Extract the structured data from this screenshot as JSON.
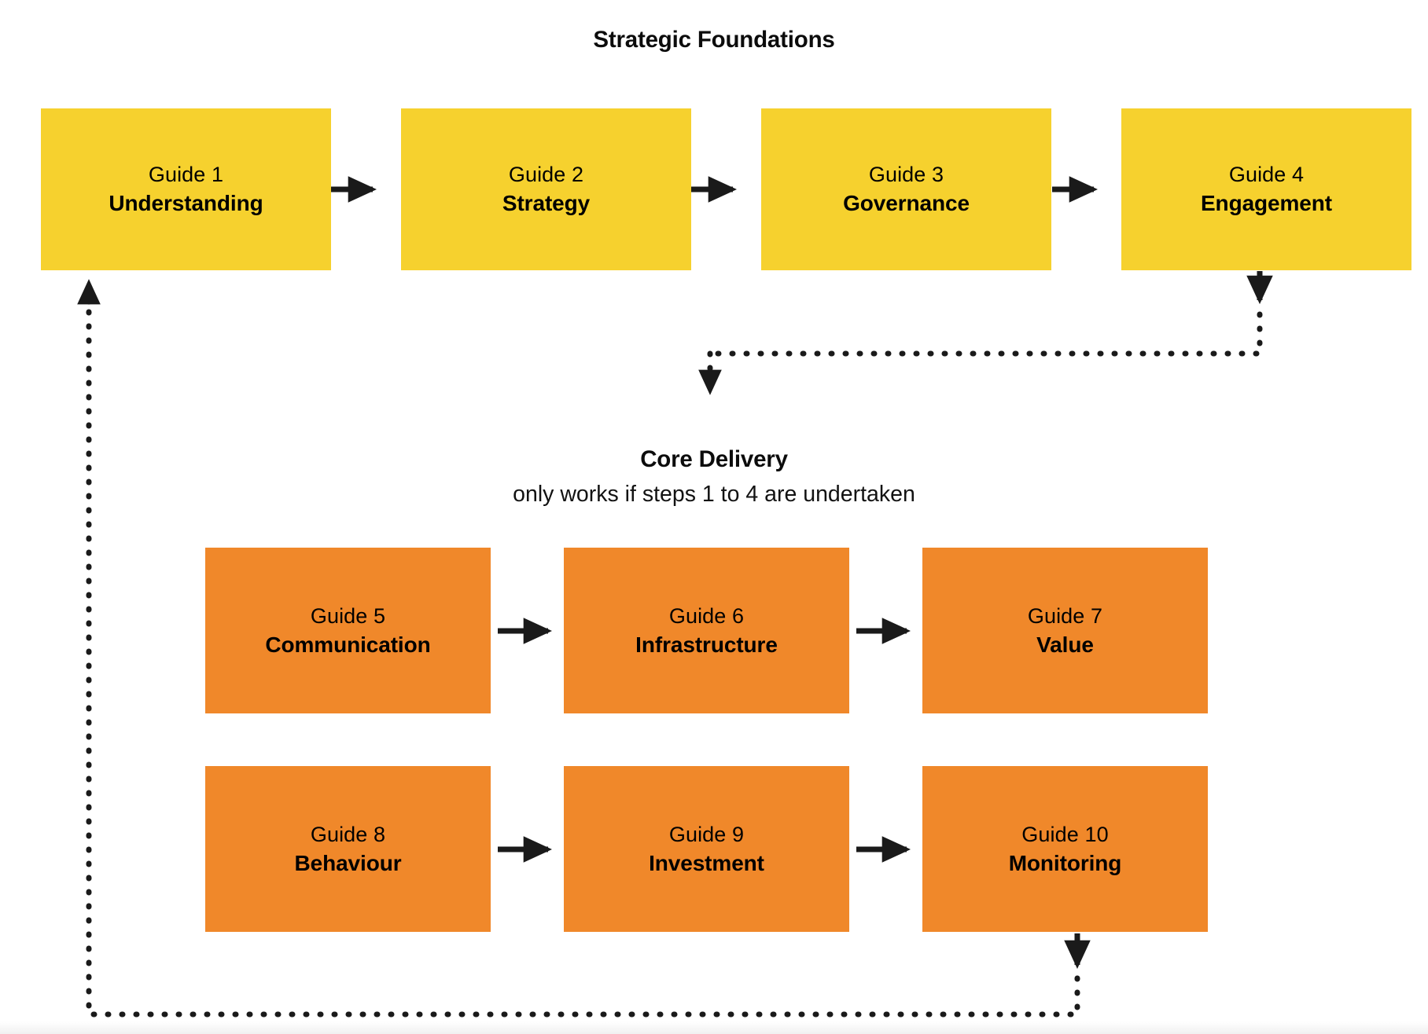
{
  "diagram": {
    "title_primary": "Strategic Foundations",
    "title_secondary": "Core Delivery",
    "subtitle_secondary": "only works if steps 1 to 4 are undertaken",
    "colors": {
      "stage_one_fill": "#F6D12E",
      "stage_two_fill": "#F0882A",
      "connector": "#1A1A1A",
      "text": "#000000",
      "background": "#FFFFFF"
    },
    "sections": [
      {
        "id": "strategic-foundations",
        "label": "Strategic Foundations",
        "nodes": [
          {
            "number": "Guide 1",
            "name": "Understanding"
          },
          {
            "number": "Guide 2",
            "name": "Strategy"
          },
          {
            "number": "Guide 3",
            "name": "Governance"
          },
          {
            "number": "Guide 4",
            "name": "Engagement"
          }
        ]
      },
      {
        "id": "core-delivery",
        "label": "Core Delivery",
        "sublabel": "only works if steps 1 to 4 are undertaken",
        "rows": [
          {
            "nodes": [
              {
                "number": "Guide 5",
                "name": "Communication"
              },
              {
                "number": "Guide 6",
                "name": "Infrastructure"
              },
              {
                "number": "Guide 7",
                "name": "Value"
              }
            ]
          },
          {
            "nodes": [
              {
                "number": "Guide 8",
                "name": "Behaviour"
              },
              {
                "number": "Guide 9",
                "name": "Investment"
              },
              {
                "number": "Guide 10",
                "name": "Monitoring"
              }
            ]
          }
        ]
      }
    ],
    "connectors": [
      {
        "id": "g1-to-g2",
        "style": "solid",
        "from": "Guide 1",
        "to": "Guide 2",
        "direction": "right"
      },
      {
        "id": "g2-to-g3",
        "style": "solid",
        "from": "Guide 2",
        "to": "Guide 3",
        "direction": "right"
      },
      {
        "id": "g3-to-g4",
        "style": "solid",
        "from": "Guide 3",
        "to": "Guide 4",
        "direction": "right"
      },
      {
        "id": "g4-to-core",
        "style": "dotted",
        "from": "Guide 4",
        "to": "Core Delivery",
        "direction": "down-left-down"
      },
      {
        "id": "g5-to-g6",
        "style": "solid",
        "from": "Guide 5",
        "to": "Guide 6",
        "direction": "right"
      },
      {
        "id": "g6-to-g7",
        "style": "solid",
        "from": "Guide 6",
        "to": "Guide 7",
        "direction": "right"
      },
      {
        "id": "g8-to-g9",
        "style": "solid",
        "from": "Guide 8",
        "to": "Guide 9",
        "direction": "right"
      },
      {
        "id": "g9-to-g10",
        "style": "solid",
        "from": "Guide 9",
        "to": "Guide 10",
        "direction": "right"
      },
      {
        "id": "g10-to-g1",
        "style": "dotted",
        "from": "Guide 10",
        "to": "Guide 1",
        "direction": "down-left-up"
      }
    ]
  }
}
